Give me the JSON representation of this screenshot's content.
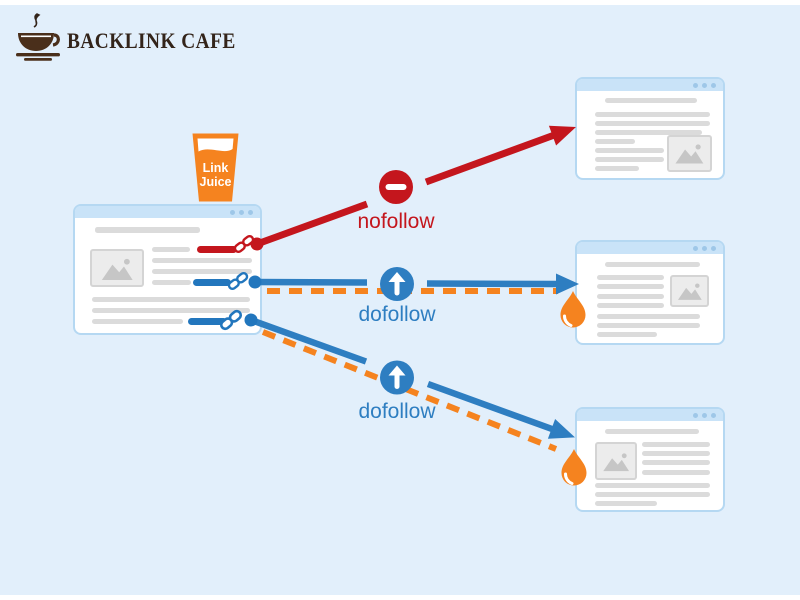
{
  "background_color": "#E2EFFB",
  "logo": {
    "brand": "BACKLINK CAFE",
    "icon": "coffee-cup-icon",
    "color": "#33241A"
  },
  "juice_glass": {
    "line1": "Link",
    "line2": "Juice",
    "color": "#F5831F"
  },
  "flows": [
    {
      "label": "nofollow",
      "color": "#C4161D",
      "badge_icon": "no-entry-icon",
      "passes_link_juice": false,
      "from": "source-page",
      "to": "target-page-top"
    },
    {
      "label": "dofollow",
      "color": "#2E7EC1",
      "badge_icon": "arrow-up-icon",
      "passes_link_juice": true,
      "from": "source-page",
      "to": "target-page-middle"
    },
    {
      "label": "dofollow",
      "color": "#2E7EC1",
      "badge_icon": "arrow-up-icon",
      "passes_link_juice": true,
      "from": "source-page",
      "to": "target-page-bottom"
    }
  ],
  "colors": {
    "red": "#C4161D",
    "blue_line": "#2E7EC1",
    "blue_link_bar": "#2276BD",
    "orange": "#F5831F",
    "card_border": "#B5D8F2",
    "card_titlebar": "#C9E3F8",
    "placeholder_gray": "#DBDBDB",
    "logo_brown": "#33241A"
  },
  "icons": {
    "logo": "coffee-cup-icon",
    "link": "chain-link-icon",
    "nofollow_badge": "no-entry-icon",
    "dofollow_badge": "arrow-up-icon",
    "juice_drop": "droplet-icon"
  }
}
